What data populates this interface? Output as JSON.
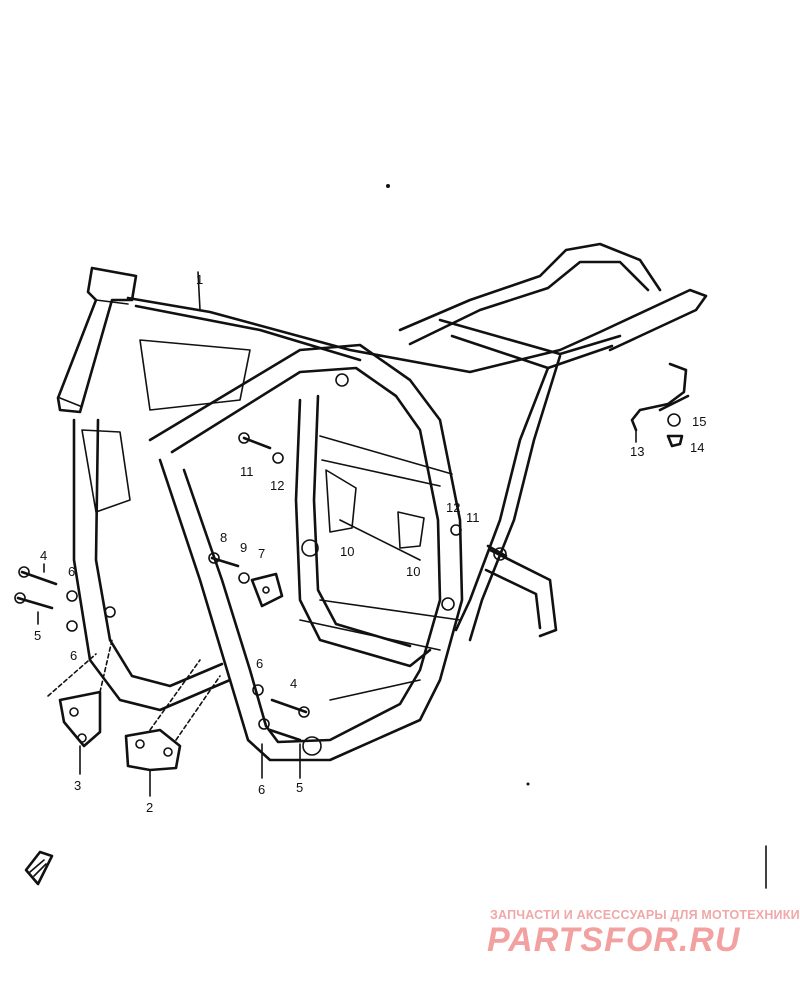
{
  "diagram": {
    "part_numbers": [
      {
        "id": "p1",
        "label": "1"
      },
      {
        "id": "p2",
        "label": "2"
      },
      {
        "id": "p3",
        "label": "3"
      },
      {
        "id": "p4a",
        "label": "4"
      },
      {
        "id": "p4b",
        "label": "4"
      },
      {
        "id": "p5a",
        "label": "5"
      },
      {
        "id": "p5b",
        "label": "5"
      },
      {
        "id": "p6a",
        "label": "6"
      },
      {
        "id": "p6b",
        "label": "6"
      },
      {
        "id": "p6c",
        "label": "6"
      },
      {
        "id": "p6d",
        "label": "6"
      },
      {
        "id": "p7",
        "label": "7"
      },
      {
        "id": "p8",
        "label": "8"
      },
      {
        "id": "p9",
        "label": "9"
      },
      {
        "id": "p10a",
        "label": "10"
      },
      {
        "id": "p10b",
        "label": "10"
      },
      {
        "id": "p11a",
        "label": "11"
      },
      {
        "id": "p11b",
        "label": "11"
      },
      {
        "id": "p12a",
        "label": "12"
      },
      {
        "id": "p12b",
        "label": "12"
      },
      {
        "id": "p13",
        "label": "13"
      },
      {
        "id": "p14",
        "label": "14"
      },
      {
        "id": "p15",
        "label": "15"
      }
    ]
  },
  "watermark": {
    "tagline": "ЗАПЧАСТИ И АКСЕССУАРЫ ДЛЯ МОТОТЕХНИКИ",
    "brand": "PARTSFOR.RU"
  }
}
